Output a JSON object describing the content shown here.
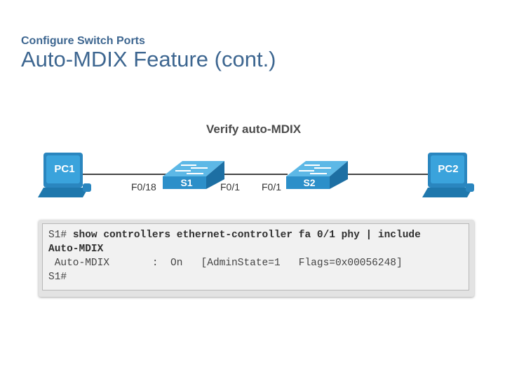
{
  "slide": {
    "subtitle": "Configure Switch Ports",
    "title": "Auto-MDIX Feature (cont.)"
  },
  "topology": {
    "title": "Verify auto-MDIX",
    "devices": {
      "pc1": "PC1",
      "s1": "S1",
      "s2": "S2",
      "pc2": "PC2"
    },
    "ports": {
      "s1_left": "F0/18",
      "s1_right": "F0/1",
      "s2_left": "F0/1"
    }
  },
  "terminal": {
    "line1_prompt": "S1# ",
    "line1_cmd": "show controllers ethernet-controller fa 0/1 phy | include",
    "line2_cmd": "Auto-MDIX",
    "line3": " Auto-MDIX       :  On   [AdminState=1   Flags=0x00056248]",
    "line4": "S1#"
  },
  "colors": {
    "title_blue": "#3d6690",
    "device_blue": "#2c8fc9",
    "screen_blue": "#35a6dc"
  }
}
